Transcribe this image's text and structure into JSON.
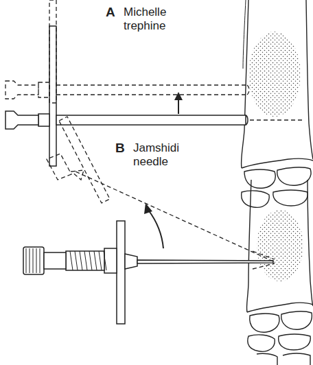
{
  "diagram": {
    "labels": [
      "A",
      "Michelle trephine",
      "B",
      "Jamshidi needle"
    ]
  }
}
